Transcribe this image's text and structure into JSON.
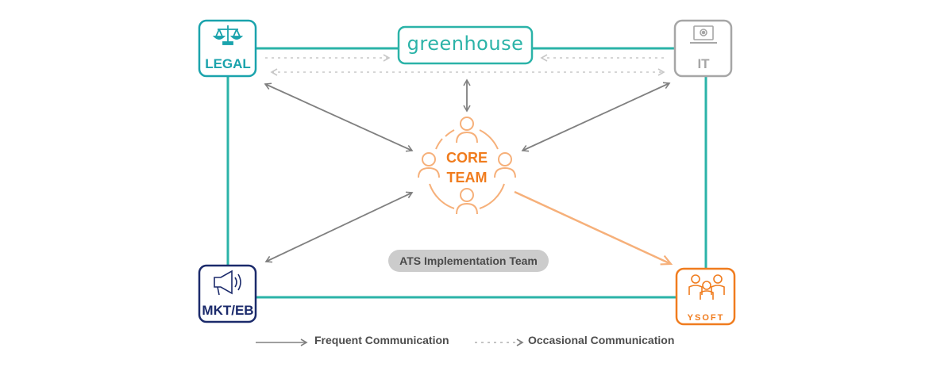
{
  "nodes": {
    "legal": {
      "label": "LEGAL",
      "icon": "scales-of-justice-icon",
      "color": "#1aa3ac"
    },
    "greenhouse": {
      "label": "greenhouse",
      "color": "#2bb3a8"
    },
    "it": {
      "label": "IT",
      "icon": "laptop-gear-icon",
      "color": "#a6a6a6"
    },
    "core_team": {
      "line1": "CORE",
      "line2": "TEAM",
      "icon": "people-circle-icon",
      "color": "#f07c1e",
      "people_color": "#f6b07a"
    },
    "mkt_eb": {
      "label": "MKT/EB",
      "icon": "megaphone-icon",
      "color": "#1b2a6b"
    },
    "ysoft": {
      "label": "YSOFT",
      "icon": "people-group-icon",
      "color": "#f07c1e"
    }
  },
  "group_label": "ATS Implementation Team",
  "legend": {
    "frequent": "Frequent Communication",
    "occasional": "Occasional Communication"
  },
  "colors": {
    "border_line": "#2bb3a8",
    "frequent_arrow": "#808080",
    "occasional_arrow": "#c8c8c8",
    "core_to_ysoft_arrow": "#f6b07a"
  }
}
